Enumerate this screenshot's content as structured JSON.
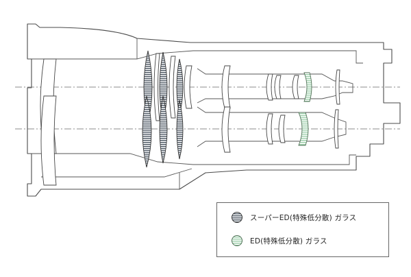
{
  "legend": {
    "items": [
      {
        "key": "super-ed",
        "label": "スーパーED(特殊低分散) ガラス",
        "swatch_color": "#5b6570"
      },
      {
        "key": "ed",
        "label": "ED(特殊低分散) ガラス",
        "swatch_color": "#9fd0ad"
      }
    ]
  }
}
